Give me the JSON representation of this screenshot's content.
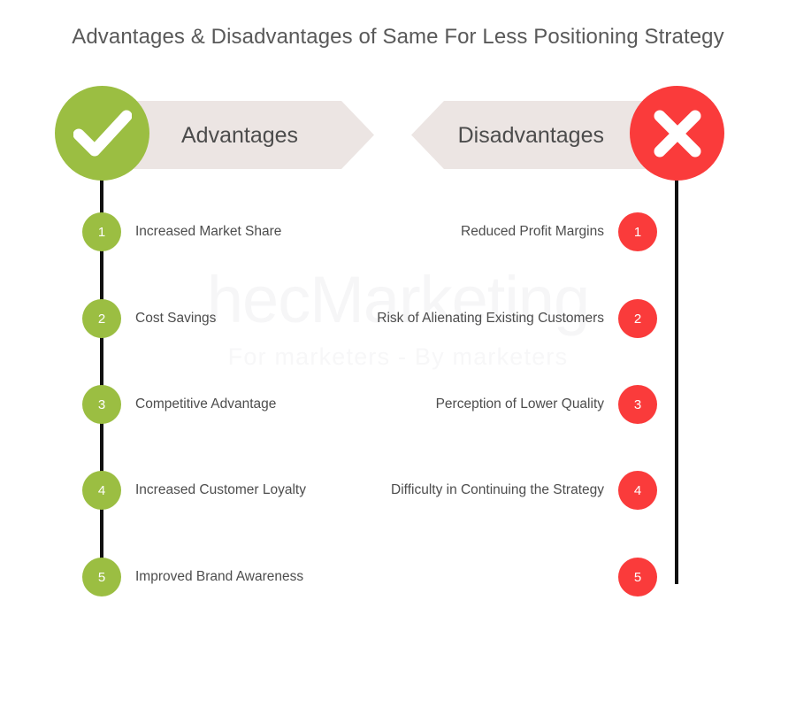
{
  "title": "Advantages & Disadvantages of Same For Less Positioning Strategy",
  "watermark": {
    "brand": "hecMarketing",
    "tagline": "For marketers - By marketers"
  },
  "colors": {
    "green": "#9bbe42",
    "red": "#fa3b3b",
    "banner": "#ece5e3",
    "spine": "#101010",
    "title_text": "#595959",
    "label_text": "#4d4d4d"
  },
  "advantages": {
    "heading": "Advantages",
    "icon": "check-icon",
    "items": [
      {
        "number": "1",
        "label": "Increased Market Share"
      },
      {
        "number": "2",
        "label": "Cost Savings"
      },
      {
        "number": "3",
        "label": "Competitive Advantage"
      },
      {
        "number": "4",
        "label": "Increased Customer Loyalty"
      },
      {
        "number": "5",
        "label": "Improved Brand Awareness"
      }
    ]
  },
  "disadvantages": {
    "heading": "Disadvantages",
    "icon": "cross-icon",
    "items": [
      {
        "number": "1",
        "label": "Reduced Profit Margins"
      },
      {
        "number": "2",
        "label": "Risk of Alienating Existing Customers"
      },
      {
        "number": "3",
        "label": "Perception of Lower Quality"
      },
      {
        "number": "4",
        "label": "Difficulty in Continuing the Strategy"
      },
      {
        "number": "5",
        "label": ""
      }
    ]
  }
}
